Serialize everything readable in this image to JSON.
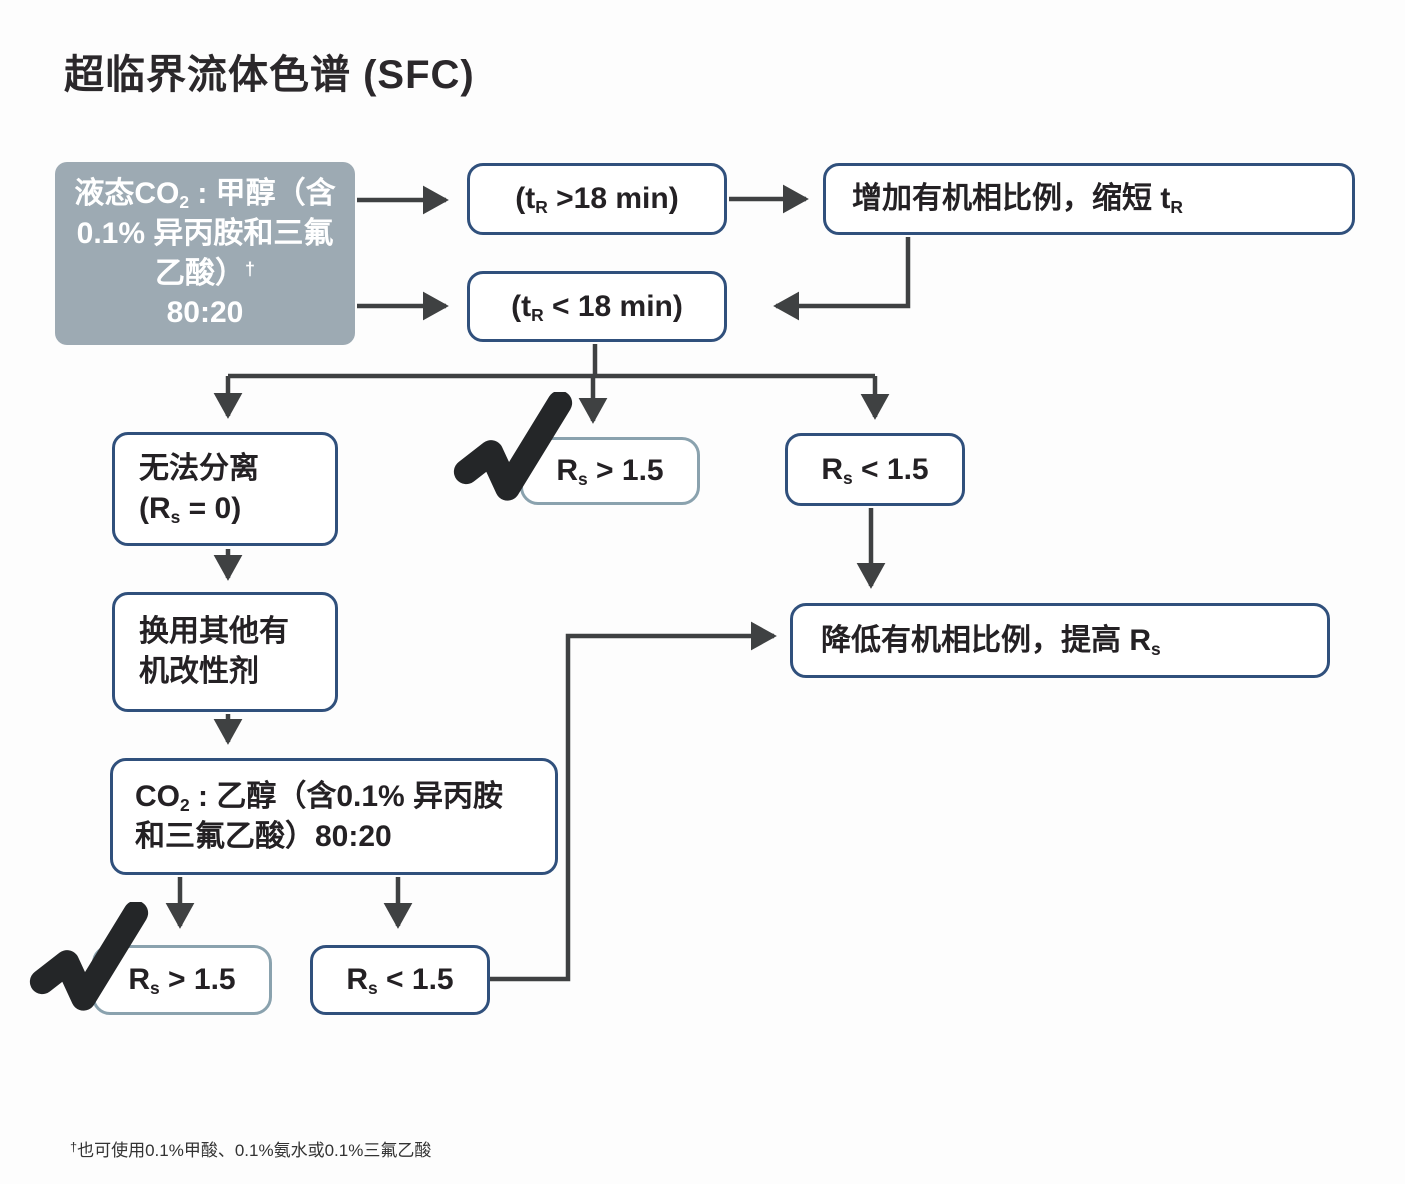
{
  "title": "超临界流体色谱 (SFC)",
  "colors": {
    "node_border": "#30507c",
    "light_node_border": "#8aa2ae",
    "start_node_fill": "#9daab3",
    "arrow": "#3f4142",
    "checkmark": "#242628",
    "text": "#242124"
  },
  "nodes": {
    "start": {
      "pre": "液态CO",
      "sub": "2",
      "mid": " : 甲醇（含 0.1% 异丙胺和三氟乙酸）",
      "sup": "†",
      "ratio": "80:20"
    },
    "tr_gt_18": {
      "pre": "(t",
      "sub": "R",
      "post": " >18 min)"
    },
    "tr_lt_18": {
      "pre": "(t",
      "sub": "R",
      "post": " < 18 min)"
    },
    "increase_organic": {
      "pre": "增加有机相比例，缩短 t",
      "sub": "R"
    },
    "no_separation": {
      "line1": "无法分离",
      "pre": "(R",
      "sub": "s",
      "post": " = 0)"
    },
    "rs_gt_15_mid": {
      "pre": "R",
      "sub": "s",
      "post": " > 1.5"
    },
    "rs_lt_15_mid": {
      "pre": "R",
      "sub": "s",
      "post": " < 1.5"
    },
    "change_modifier": {
      "text": "换用其他有机改性剂"
    },
    "co2_ethanol": {
      "pre": "CO",
      "sub": "2",
      "post": " : 乙醇（含0.1% 异丙胺和三氟乙酸）80:20"
    },
    "rs_gt_15_bottom": {
      "pre": "R",
      "sub": "s",
      "post": " > 1.5"
    },
    "rs_lt_15_bottom": {
      "pre": "R",
      "sub": "s",
      "post": " < 1.5"
    },
    "decrease_organic": {
      "pre": "降低有机相比例，提高 R",
      "sub": "s"
    }
  },
  "footnote": {
    "sup": "†",
    "text": "也可使用0.1%甲酸、0.1%氨水或0.1%三氟乙酸"
  }
}
